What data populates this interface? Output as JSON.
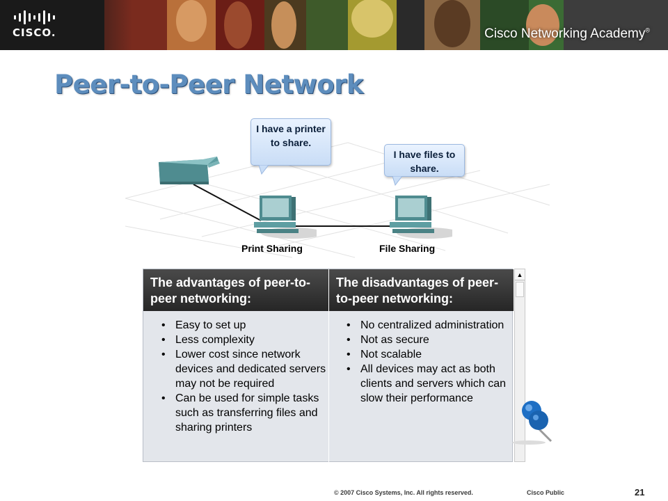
{
  "banner": {
    "logo_text": "CISCO.",
    "academy_text": "Cisco Networking Academy",
    "academy_mark": "®"
  },
  "slide": {
    "title": "Peer-to-Peer Network"
  },
  "diagram": {
    "bubble_printer": "I have a printer to share.",
    "bubble_files": "I have files to share.",
    "label_print": "Print Sharing",
    "label_file": "File Sharing"
  },
  "table": {
    "advantages_header": "The advantages of peer-to-peer networking:",
    "disadvantages_header": "The disadvantages of peer-to-peer networking:",
    "advantages": [
      "Easy to set up",
      "Less complexity",
      "Lower cost since network devices and dedicated servers may not be required",
      "Can be used for simple tasks such as transferring files and sharing printers"
    ],
    "disadvantages": [
      "No centralized administration",
      "Not as secure",
      "Not scalable",
      "All devices may act as both clients and servers which can slow their performance"
    ],
    "scroll_up_glyph": "▲"
  },
  "footer": {
    "copyright": "© 2007 Cisco Systems, Inc. All rights reserved.",
    "classification": "Cisco Public",
    "page_number": "21"
  },
  "colors": {
    "title": "#5d8dbd",
    "header_bg": "#2f2f2f",
    "table_bg": "#e3e6eb",
    "bubble_bg": "#d4e5fa",
    "pin": "#1e6fc4"
  },
  "icons": [
    "cisco-logo-icon",
    "printer-icon",
    "computer-icon",
    "pushpin-icon",
    "scroll-up-arrow-icon"
  ]
}
